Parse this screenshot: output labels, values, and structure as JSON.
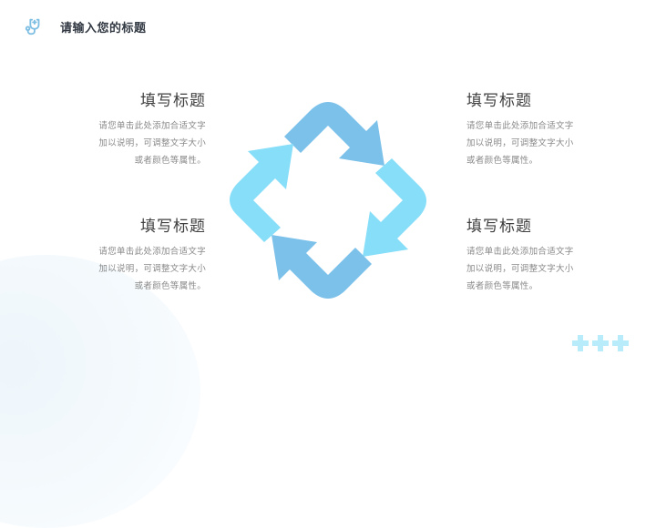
{
  "header": {
    "title": "请输入您的标题",
    "icon": "stethoscope-icon"
  },
  "blocks": [
    {
      "position": "top-left",
      "heading": "填写标题",
      "lines": [
        "请您单击此处添加合适文字",
        "加以说明，可调整文字大小",
        "或者颜色等属性。"
      ]
    },
    {
      "position": "bottom-left",
      "heading": "填写标题",
      "lines": [
        "请您单击此处添加合适文字",
        "加以说明，可调整文字大小",
        "或者颜色等属性。"
      ]
    },
    {
      "position": "top-right",
      "heading": "填写标题",
      "lines": [
        "请您单击此处添加合适文字",
        "加以说明，可调整文字大小",
        "或者颜色等属性。"
      ]
    },
    {
      "position": "bottom-right",
      "heading": "填写标题",
      "lines": [
        "请您单击此处添加合适文字",
        "加以说明，可调整文字大小",
        "或者颜色等属性。"
      ]
    }
  ],
  "diagram": {
    "type": "cycle-arrows",
    "count": 4,
    "colors": {
      "dark": "#7cc1ea",
      "light": "#86def8"
    }
  },
  "decor": {
    "plus_count": 3,
    "plus_color": "#b9ecfb",
    "blob_color": "#eef6fb"
  }
}
